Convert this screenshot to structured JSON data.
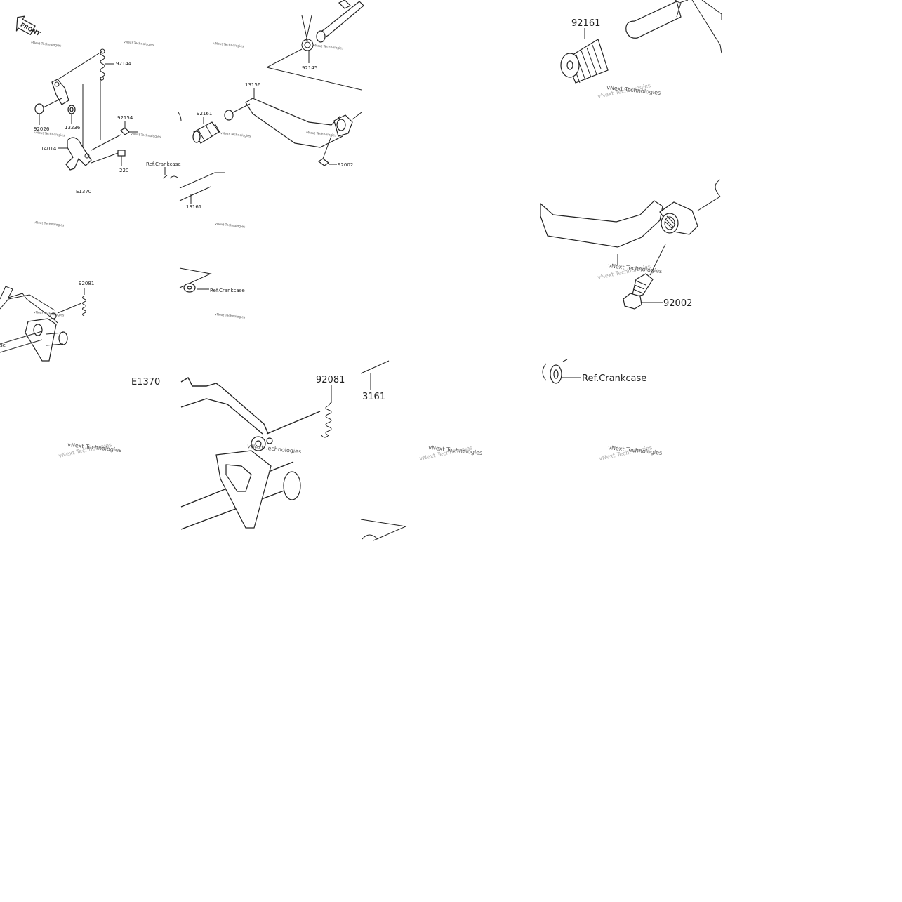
{
  "front_badge": "FRONT",
  "watermark": "vNext Technologies",
  "overview": {
    "labels": {
      "p92144": "92144",
      "p92026": "92026",
      "p13236": "13236",
      "p92154": "92154",
      "p14014": "14014",
      "p220": "220",
      "e1370": "E1370",
      "p92145": "92145",
      "p13156": "13156",
      "p92161": "92161",
      "p92002": "92002",
      "ref_crankcase_1": "Ref.Crankcase",
      "p13161": "13161",
      "p92081": "92081",
      "ref_crankcase_2": "Ref.Crankcase",
      "edge_se": "se"
    }
  },
  "zoom_pedal_rubber": {
    "label": "92161"
  },
  "zoom_pedal_bolt": {
    "label": "92002"
  },
  "zoom_crankcase": {
    "label": "Ref.Crankcase"
  },
  "zoom_shift_arm": {
    "e1370": "E1370",
    "p92081": "92081",
    "p3161": "3161"
  }
}
